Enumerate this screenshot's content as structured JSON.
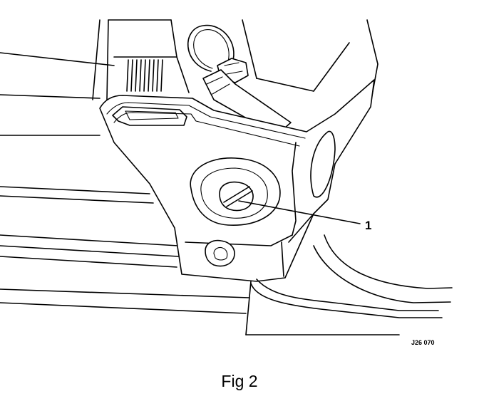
{
  "diagram": {
    "callouts": [
      {
        "id": "1",
        "label": "1"
      }
    ],
    "reference_code": "J26 070",
    "caption": "Fig 2"
  }
}
